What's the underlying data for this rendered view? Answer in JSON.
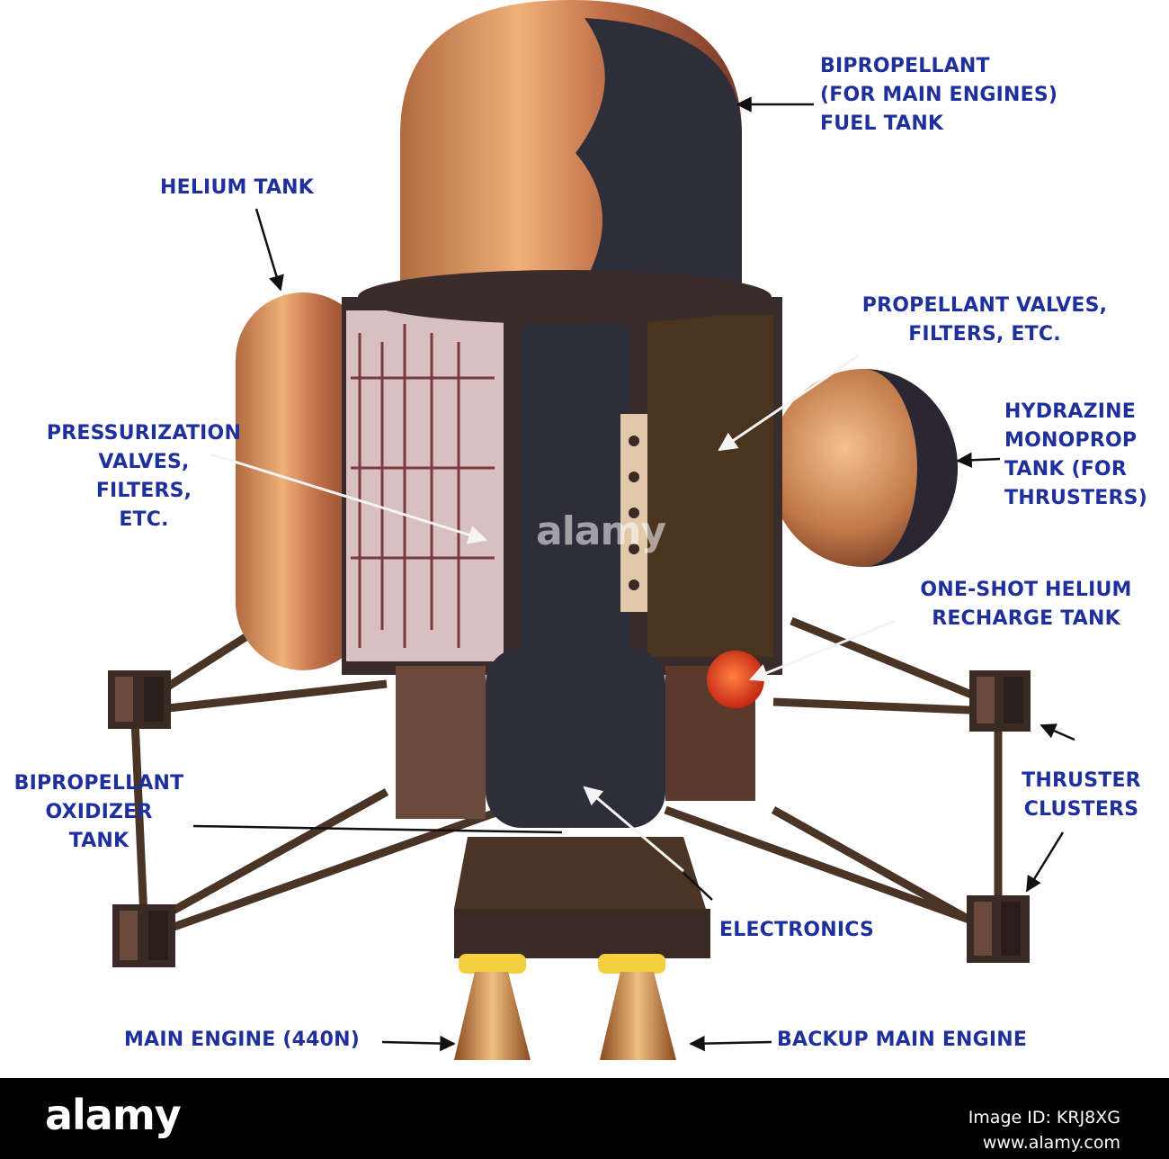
{
  "labels": {
    "biprop_fuel": [
      "BIPROPELLANT",
      "(FOR MAIN ENGINES)",
      "FUEL TANK"
    ],
    "helium_tank": [
      "HELIUM TANK"
    ],
    "prop_valves": [
      "PROPELLANT VALVES,",
      "FILTERS, ETC."
    ],
    "pressurization": [
      "PRESSURIZATION",
      "VALVES,",
      "FILTERS,",
      "ETC."
    ],
    "hydrazine": [
      "HYDRAZINE",
      "MONOPROP",
      "TANK (FOR",
      "THRUSTERS)"
    ],
    "one_shot": [
      "ONE-SHOT HELIUM",
      "RECHARGE TANK"
    ],
    "biprop_oxidizer": [
      "BIPROPELLANT",
      "OXIDIZER",
      "TANK"
    ],
    "thruster_clusters": [
      "THRUSTER",
      "CLUSTERS"
    ],
    "electronics": [
      "ELECTRONICS"
    ],
    "main_engine": [
      "MAIN ENGINE (440N)"
    ],
    "backup_engine": [
      "BACKUP MAIN ENGINE"
    ]
  },
  "watermark": "alamy",
  "footer": {
    "brand": "alamy",
    "image_id": "Image ID: KRJ8XG",
    "url": "www.alamy.com"
  },
  "colors": {
    "label_text": "#1f2f9c",
    "tank_tan": "#e0a064",
    "tank_dark": "#2e2e3a",
    "frame": "#5a4030",
    "nozzle": "#e8b070",
    "footer_bg": "#000000"
  }
}
